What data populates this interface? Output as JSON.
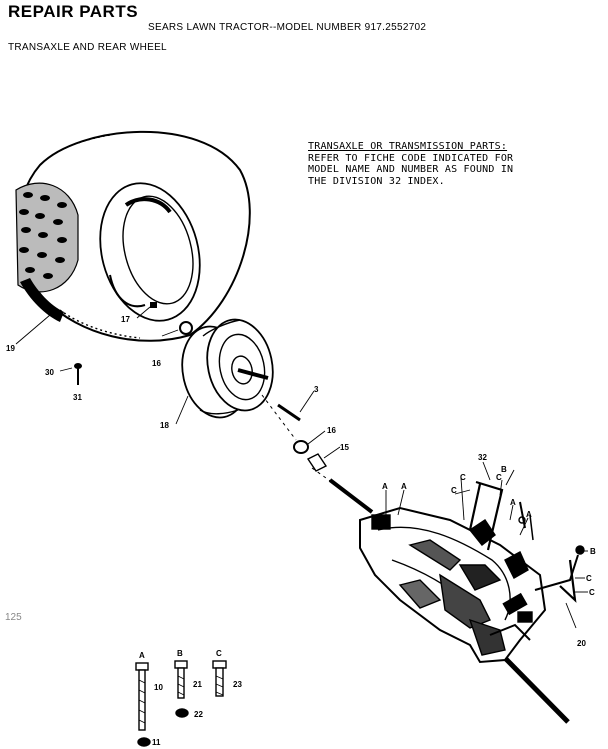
{
  "header": {
    "title": "REPAIR PARTS",
    "model_line": "SEARS LAWN TRACTOR--MODEL NUMBER 917.2552702",
    "section": "TRANSAXLE AND REAR WHEEL"
  },
  "note": {
    "lines": [
      "TRANSAXLE OR TRANSMISSION PARTS:",
      "REFER TO FICHE CODE INDICATED FOR",
      "MODEL NAME AND NUMBER AS FOUND IN",
      "THE DIVISION 32 INDEX."
    ]
  },
  "page_number": "125",
  "callouts": {
    "c19": "19",
    "c17": "17",
    "c16a": "16",
    "c30": "30",
    "c31": "31",
    "c18": "18",
    "c3": "3",
    "c16b": "16",
    "c15": "15",
    "c32": "32",
    "c20": "20",
    "cA1": "A",
    "cA2": "A",
    "cA3": "A",
    "cA4": "A",
    "cC1": "C",
    "cC2": "C",
    "cC3": "C",
    "cC4": "C",
    "cC5": "C",
    "cB1": "B",
    "cB2": "B",
    "ctop_A": "A",
    "ctop_B": "B",
    "ctop_C": "C",
    "c10": "10",
    "c21": "21",
    "c23": "23",
    "c22": "22",
    "c11": "11"
  }
}
